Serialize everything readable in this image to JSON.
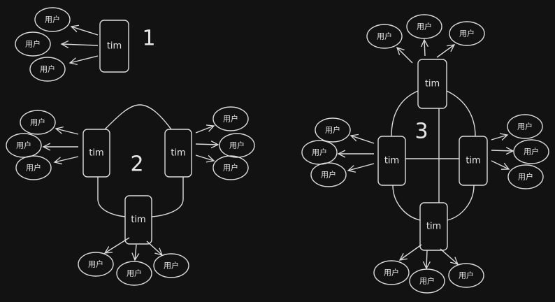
{
  "node_labels": {
    "server": "tim",
    "user": "用户"
  },
  "diagrams": [
    {
      "label": "1",
      "servers": 1,
      "users_per_server": 3
    },
    {
      "label": "2",
      "servers": 3,
      "users_per_server": 3
    },
    {
      "label": "3",
      "servers": 4,
      "users_per_server": 3
    }
  ],
  "colors": {
    "background": "#121212",
    "stroke": "#dcdcdc"
  }
}
